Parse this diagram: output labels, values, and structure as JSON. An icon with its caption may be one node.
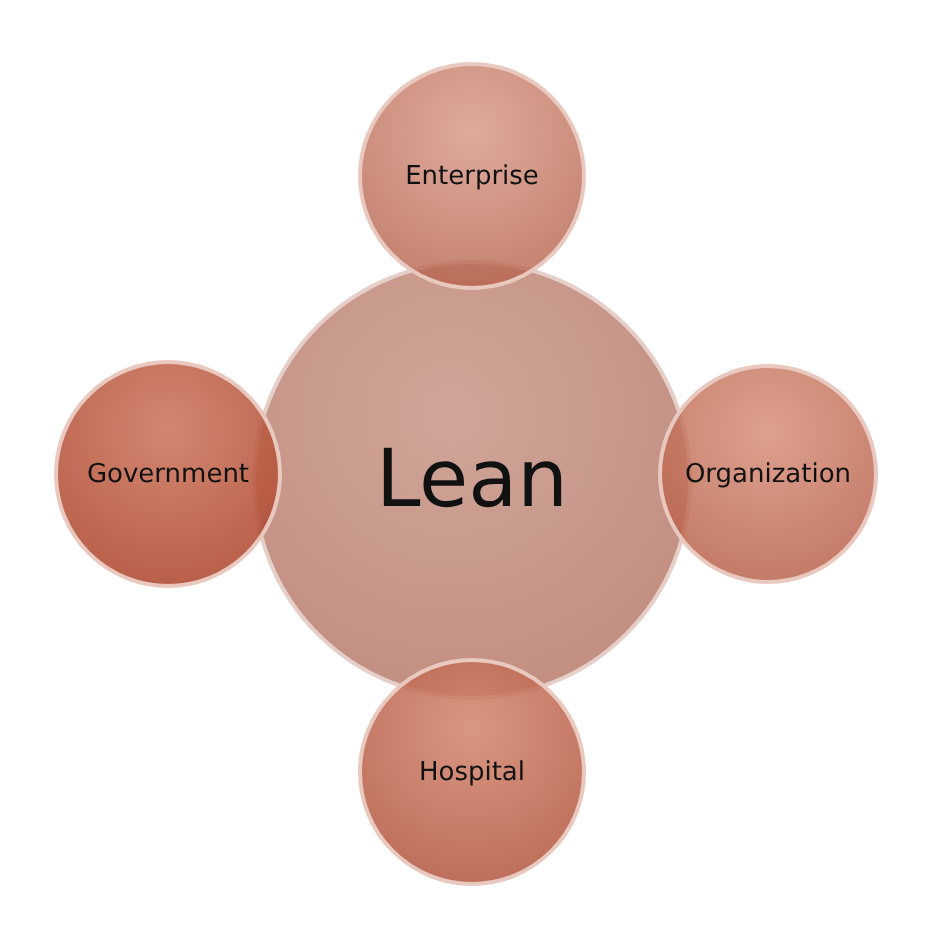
{
  "diagram": {
    "nodes": [
      {
        "text": [
          "Enterprise"
        ]
      },
      {
        "text": [
          "Government"
        ]
      },
      {
        "text": [
          "Lean"
        ]
      },
      {
        "text": [
          "Organization"
        ]
      },
      {
        "text": [
          "Hospital"
        ]
      }
    ]
  }
}
